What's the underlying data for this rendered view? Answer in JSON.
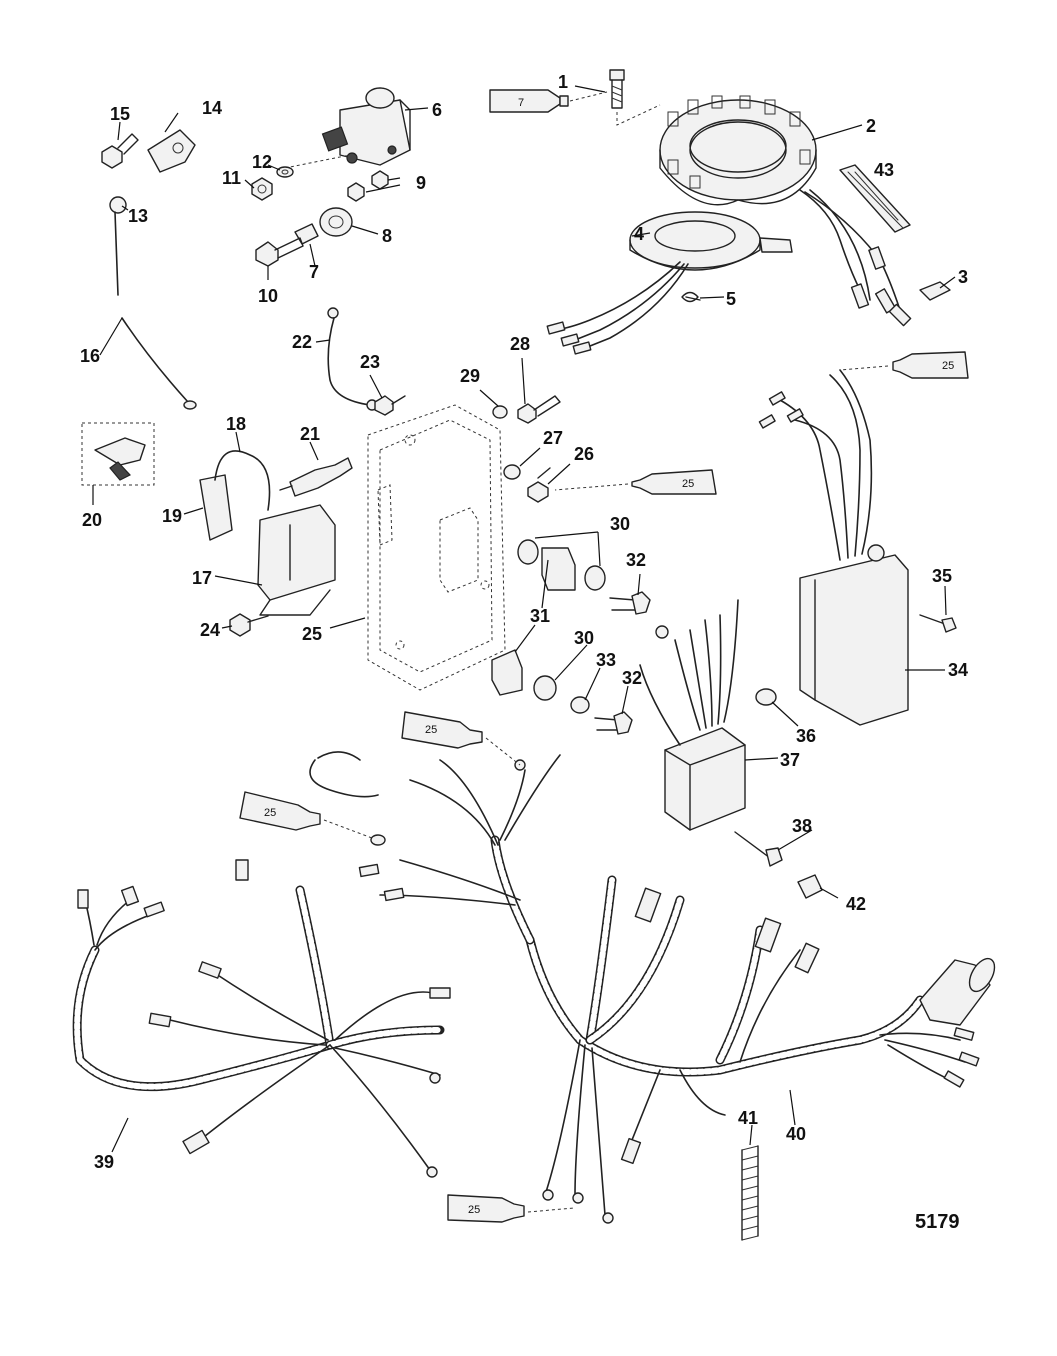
{
  "figure_number": "5179",
  "tube_label": "25",
  "tube_label_small": "7",
  "callouts": [
    "1",
    "2",
    "3",
    "4",
    "5",
    "6",
    "7",
    "8",
    "9",
    "10",
    "11",
    "12",
    "13",
    "14",
    "15",
    "16",
    "17",
    "18",
    "19",
    "20",
    "21",
    "22",
    "23",
    "24",
    "25",
    "26",
    "27",
    "28",
    "29",
    "30",
    "31",
    "32",
    "33",
    "34",
    "35",
    "36",
    "37",
    "38",
    "39",
    "40",
    "41",
    "42",
    "43"
  ]
}
